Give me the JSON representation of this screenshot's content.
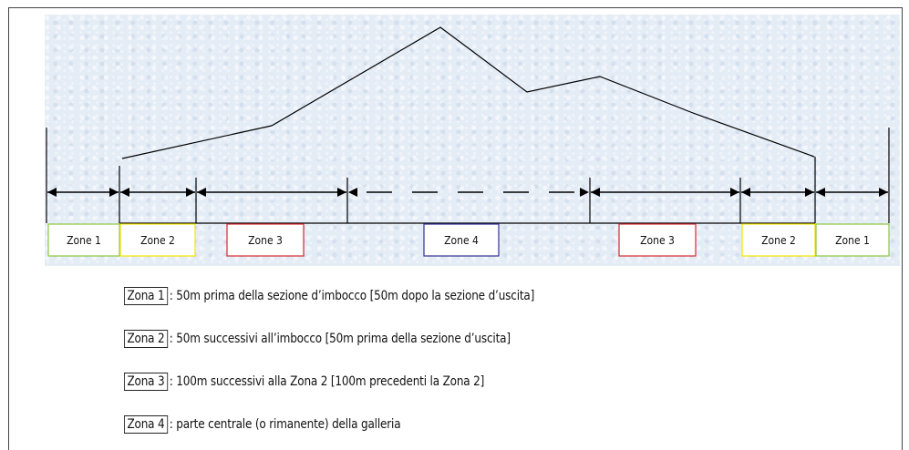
{
  "zones": [
    {
      "label": "Zone 1",
      "color": "#8dc63f"
    },
    {
      "label": "Zone 2",
      "color": "#f2e600"
    },
    {
      "label": "Zone 3",
      "color": "#d7282f"
    },
    {
      "label": "Zone 4",
      "color": "#2e3192"
    },
    {
      "label": "Zone 3",
      "color": "#d7282f"
    },
    {
      "label": "Zone 2",
      "color": "#f2e600"
    },
    {
      "label": "Zone 1",
      "color": "#8dc63f"
    }
  ],
  "legend": [
    {
      "term": "Zona 1",
      "desc": ": 50m prima della sezione d’imbocco [50m dopo la sezione d’uscita]"
    },
    {
      "term": "Zona 2",
      "desc": ": 50m successivi all’imbocco [50m prima della sezione d’uscita]"
    },
    {
      "term": "Zona 3",
      "desc": ": 100m successivi alla Zona 2 [100m precedenti la Zona 2]"
    },
    {
      "term": "Zona 4",
      "desc": ": parte centrale (o rimanente) della galleria"
    }
  ]
}
